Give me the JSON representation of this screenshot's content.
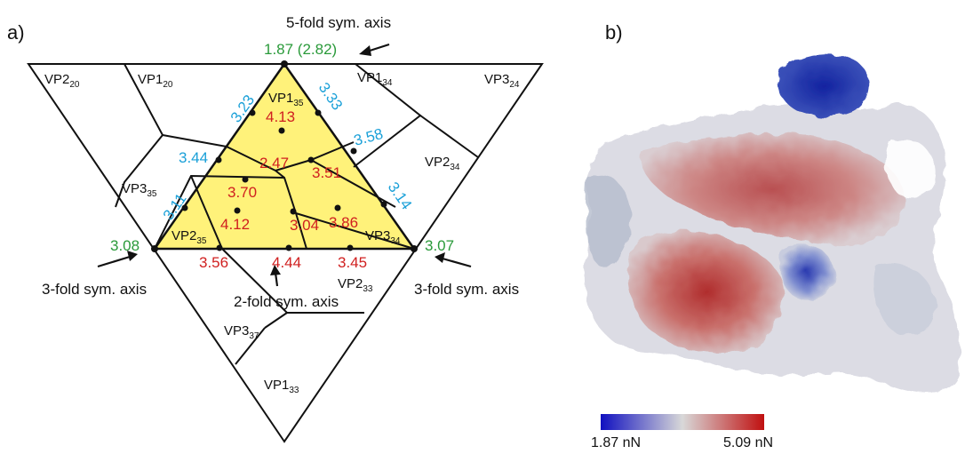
{
  "panels": {
    "a": {
      "label": "a)"
    },
    "b": {
      "label": "b)"
    }
  },
  "symmetry_axes": {
    "five_fold": "5-fold sym. axis",
    "three_fold_left": "3-fold sym. axis",
    "three_fold_right": "3-fold sym. axis",
    "two_fold": "2-fold sym. axis"
  },
  "vertex_values": {
    "top": "1.87 (2.82)",
    "left": "3.08",
    "right": "3.07"
  },
  "edge_values": {
    "left_upper": "3.23",
    "top_right": "3.33",
    "left_mid": "3.44",
    "right_upper": "3.58",
    "left_lower": "3.11",
    "right_lower": "3.14"
  },
  "interior_values": {
    "vp1": "4.13",
    "center": "2.47",
    "right_center": "3.51",
    "left_center": "3.70",
    "lower_left": "4.12",
    "lower_mid": "3.04",
    "lower_right": "3.86"
  },
  "bottom_values": {
    "left": "3.56",
    "middle": "4.44",
    "right": "3.45"
  },
  "proteins": [
    {
      "id": "vp2_20",
      "base": "VP2",
      "sub": "20"
    },
    {
      "id": "vp1_20",
      "base": "VP1",
      "sub": "20"
    },
    {
      "id": "vp1_34",
      "base": "VP1",
      "sub": "34"
    },
    {
      "id": "vp3_24",
      "base": "VP3",
      "sub": "24"
    },
    {
      "id": "vp1_35",
      "base": "VP1",
      "sub": "35"
    },
    {
      "id": "vp2_34",
      "base": "VP2",
      "sub": "34"
    },
    {
      "id": "vp3_35",
      "base": "VP3",
      "sub": "35"
    },
    {
      "id": "vp2_35",
      "base": "VP2",
      "sub": "35"
    },
    {
      "id": "vp3_34",
      "base": "VP3",
      "sub": "34"
    },
    {
      "id": "vp2_33",
      "base": "VP2",
      "sub": "33"
    },
    {
      "id": "vp3_37",
      "base": "VP3",
      "sub": "37"
    },
    {
      "id": "vp1_33",
      "base": "VP1",
      "sub": "33"
    }
  ],
  "colorbar": {
    "min_label": "1.87 nN",
    "max_label": "5.09 nN",
    "colors": [
      "#1010c0",
      "#d8d8d8",
      "#c01010"
    ]
  },
  "colors": {
    "highlight_triangle": "#fff27a",
    "surface_blue": "#1a2fa8",
    "surface_red": "#b83a3a",
    "surface_white": "#e4e4ea"
  }
}
